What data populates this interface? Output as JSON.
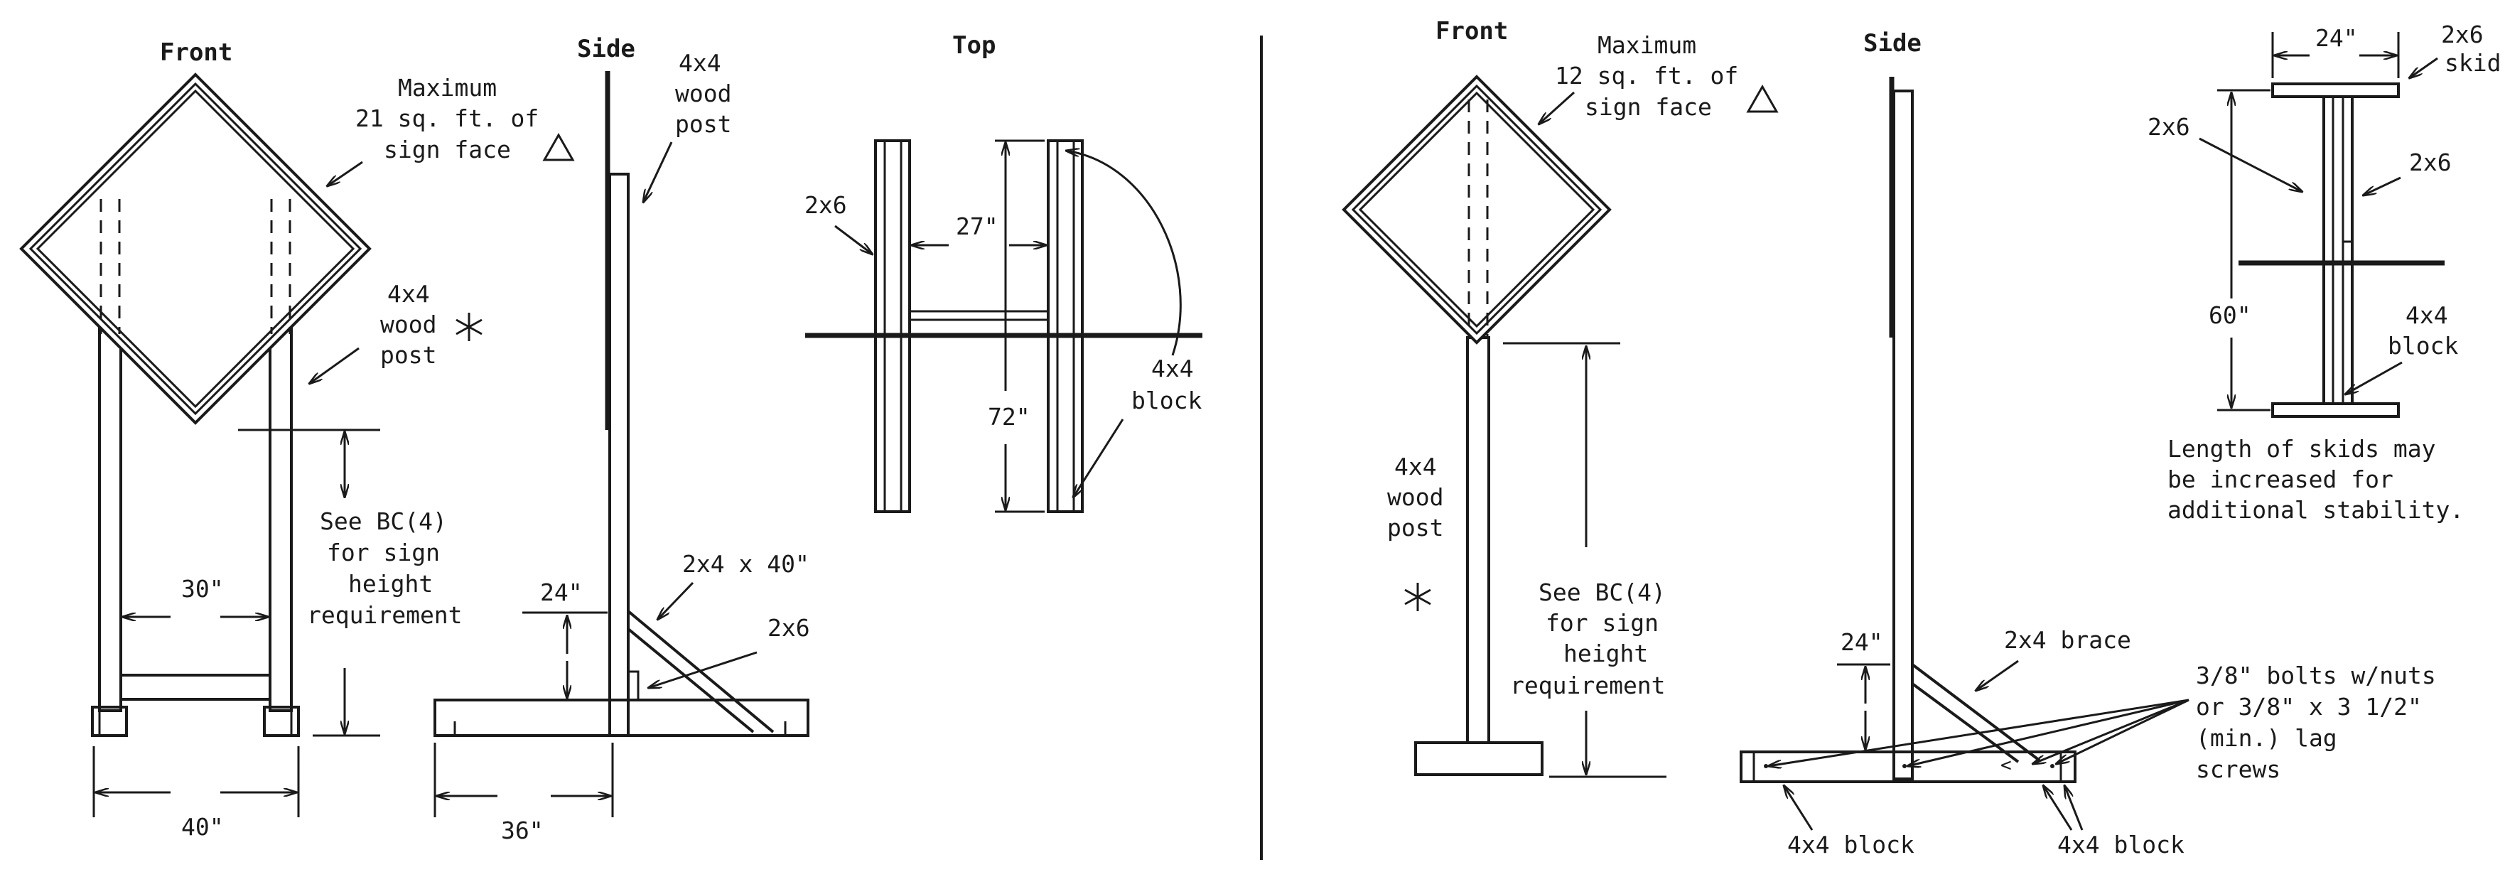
{
  "panel_left": {
    "front": {
      "title": "Front",
      "note_sign_face": [
        "Maximum",
        "21 sq. ft. of",
        "sign face"
      ],
      "note_post": [
        "4x4",
        "wood",
        "post"
      ],
      "note_height": [
        "See BC(4)",
        "for sign",
        "height",
        "requirement"
      ],
      "dim_inner": "30\"",
      "dim_base": "40\""
    },
    "side": {
      "title": "Side",
      "note_post": [
        "4x4",
        "wood",
        "post"
      ],
      "note_brace": "2x4 x 40\"",
      "note_skid": "2x6",
      "dim_height": "24\"",
      "dim_base": "36\""
    },
    "top": {
      "title": "Top",
      "note_rail": "2x6",
      "dim_inner": "27\"",
      "dim_length": "72\"",
      "note_block": [
        "4x4",
        "block"
      ]
    }
  },
  "panel_right": {
    "front": {
      "title": "Front",
      "note_sign_face": [
        "Maximum",
        "12 sq. ft. of",
        "sign face"
      ],
      "note_post": [
        "4x4",
        "wood",
        "post"
      ],
      "note_height": [
        "See BC(4)",
        "for sign",
        "height",
        "requirement"
      ]
    },
    "side": {
      "title": "Side",
      "dim_height": "24\"",
      "note_brace": "2x4 brace",
      "note_bolts": [
        "3/8\" bolts w/nuts",
        "or 3/8\" x 3 1/2\"",
        "(min.) lag",
        "screws"
      ],
      "note_block_left": "4x4 block",
      "note_block_right": "4x4 block"
    },
    "top": {
      "dim_width": "24\"",
      "note_skid": [
        "2x6",
        "skid"
      ],
      "note_rail_left": "2x6",
      "note_rail_right": "2x6",
      "dim_length": "60\"",
      "note_block": [
        "4x4",
        "block"
      ],
      "note_skids": [
        "Length of skids may",
        "be increased for",
        "additional stability."
      ]
    }
  },
  "symbols": {
    "triangle": "△",
    "asterisk": "✳"
  }
}
